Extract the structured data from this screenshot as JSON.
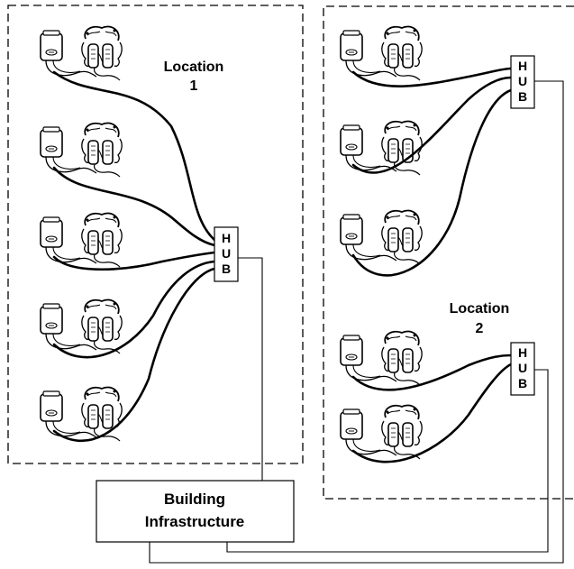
{
  "diagram": {
    "location1": {
      "line1": "Location",
      "line2": "1"
    },
    "location2": {
      "line1": "Location",
      "line2": "2"
    },
    "hub_letters": [
      "H",
      "U",
      "B"
    ],
    "building": {
      "line1": "Building",
      "line2": "Infrastructure"
    },
    "colors": {
      "ink": "#000000",
      "background": "#ffffff"
    },
    "icons": {
      "beltpack": "beltpack-icon",
      "headset": "headset-icon",
      "hub": "hub-box"
    }
  }
}
